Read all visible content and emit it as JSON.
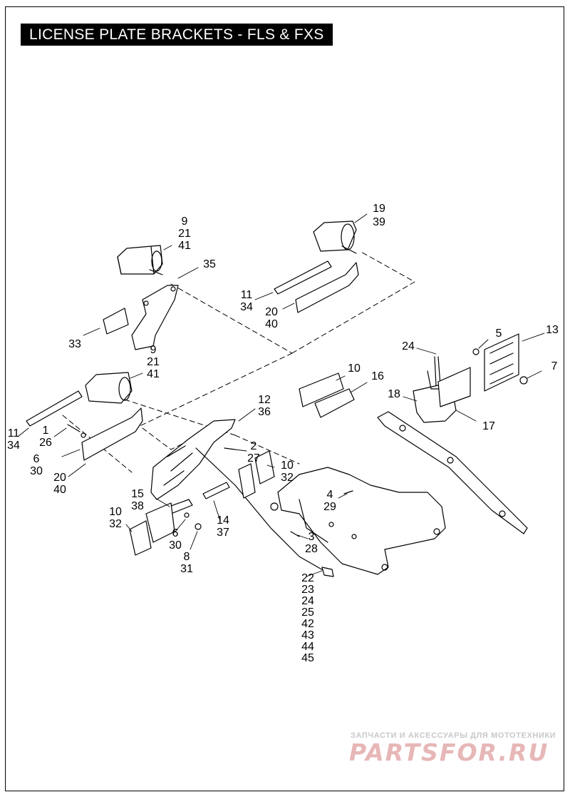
{
  "title": "LICENSE PLATE BRACKETS - FLS & FXS",
  "callouts": [
    {
      "id": "c-9a",
      "text": "9"
    },
    {
      "id": "c-21a",
      "text": "21"
    },
    {
      "id": "c-41a",
      "text": "41"
    },
    {
      "id": "c-35",
      "text": "35"
    },
    {
      "id": "c-33",
      "text": "33"
    },
    {
      "id": "c-19",
      "text": "19"
    },
    {
      "id": "c-39",
      "text": "39"
    },
    {
      "id": "c-11a",
      "text": "11"
    },
    {
      "id": "c-34a",
      "text": "34"
    },
    {
      "id": "c-20a",
      "text": "20"
    },
    {
      "id": "c-40a",
      "text": "40"
    },
    {
      "id": "c-9b",
      "text": "9"
    },
    {
      "id": "c-21b",
      "text": "21"
    },
    {
      "id": "c-41b",
      "text": "41"
    },
    {
      "id": "c-24a",
      "text": "24"
    },
    {
      "id": "c-5",
      "text": "5"
    },
    {
      "id": "c-13",
      "text": "13"
    },
    {
      "id": "c-7",
      "text": "7"
    },
    {
      "id": "c-10a",
      "text": "10"
    },
    {
      "id": "c-16",
      "text": "16"
    },
    {
      "id": "c-18",
      "text": "18"
    },
    {
      "id": "c-17",
      "text": "17"
    },
    {
      "id": "c-11b",
      "text": "11"
    },
    {
      "id": "c-34b",
      "text": "34"
    },
    {
      "id": "c-1",
      "text": "1"
    },
    {
      "id": "c-26",
      "text": "26"
    },
    {
      "id": "c-6a",
      "text": "6"
    },
    {
      "id": "c-30a",
      "text": "30"
    },
    {
      "id": "c-20b",
      "text": "20"
    },
    {
      "id": "c-40b",
      "text": "40"
    },
    {
      "id": "c-12",
      "text": "12"
    },
    {
      "id": "c-36",
      "text": "36"
    },
    {
      "id": "c-2",
      "text": "2"
    },
    {
      "id": "c-27",
      "text": "27"
    },
    {
      "id": "c-10b",
      "text": "10"
    },
    {
      "id": "c-32b",
      "text": "32"
    },
    {
      "id": "c-4",
      "text": "4"
    },
    {
      "id": "c-29",
      "text": "29"
    },
    {
      "id": "c-15",
      "text": "15"
    },
    {
      "id": "c-38",
      "text": "38"
    },
    {
      "id": "c-10c",
      "text": "10"
    },
    {
      "id": "c-32c",
      "text": "32"
    },
    {
      "id": "c-6b",
      "text": "6"
    },
    {
      "id": "c-30b",
      "text": "30"
    },
    {
      "id": "c-8",
      "text": "8"
    },
    {
      "id": "c-31",
      "text": "31"
    },
    {
      "id": "c-14",
      "text": "14"
    },
    {
      "id": "c-37",
      "text": "37"
    },
    {
      "id": "c-3",
      "text": "3"
    },
    {
      "id": "c-28",
      "text": "28"
    },
    {
      "id": "c-22",
      "text": "22"
    },
    {
      "id": "c-23",
      "text": "23"
    },
    {
      "id": "c-24b",
      "text": "24"
    },
    {
      "id": "c-25",
      "text": "25"
    },
    {
      "id": "c-42",
      "text": "42"
    },
    {
      "id": "c-43",
      "text": "43"
    },
    {
      "id": "c-44",
      "text": "44"
    },
    {
      "id": "c-45",
      "text": "45"
    }
  ],
  "watermark": {
    "tagline": "ЗАПЧАСТИ И АКСЕССУАРЫ ДЛЯ МОТОТЕХНИКИ",
    "logo": "PARTSFOR.RU"
  }
}
